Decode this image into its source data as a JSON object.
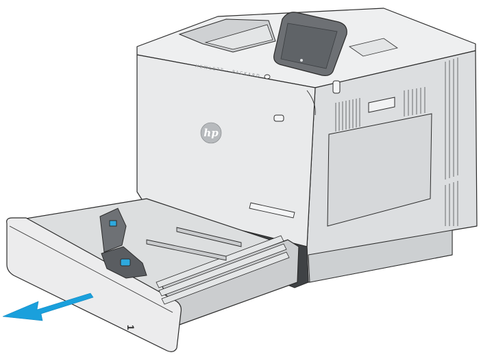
{
  "illustration": {
    "brand_wordmark": "HEWLETT · PACKARD",
    "logo_text": "hp",
    "tray_number": "1",
    "arrow_direction": "out-of-printer",
    "colors": {
      "outline": "#2b2b2b",
      "body_light": "#e9eaeb",
      "body_shade": "#d4d6d8",
      "body_dark": "#b8bbbe",
      "screen_bezel": "#6d7074",
      "screen": "#5f6367",
      "accent_blue": "#2ea9de",
      "arrow_blue": "#1aa0dc"
    }
  }
}
